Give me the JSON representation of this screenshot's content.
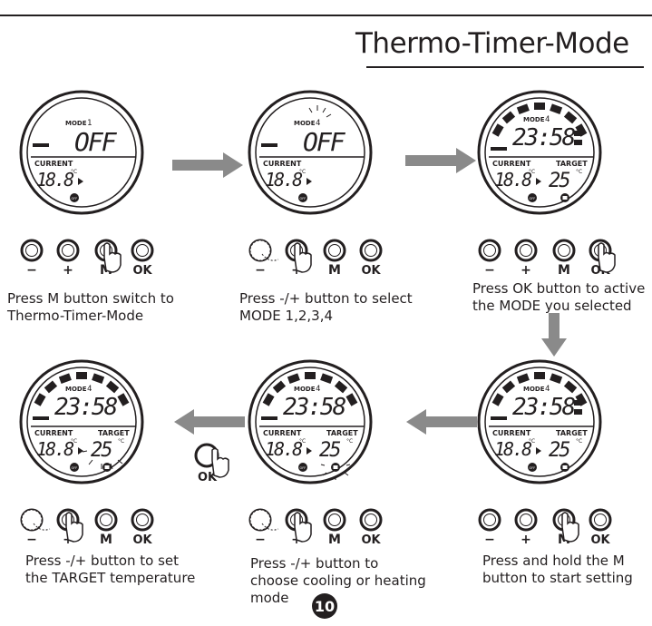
{
  "title": "Thermo-Timer-Mode",
  "page_number": "10",
  "display": {
    "mode_label": "MODE",
    "current_label": "CURRENT",
    "target_label": "TARGET",
    "off_text": "OFF",
    "time": "23:58",
    "current_temp": "18.8",
    "target_temp": "25",
    "unit": "°C",
    "off_badge": "OFF"
  },
  "buttons": {
    "minus": "−",
    "plus": "+",
    "m": "M",
    "ok": "OK"
  },
  "panels": [
    {
      "mode_digit": "1",
      "caption_1": "Press M button switch to",
      "caption_2": "Thermo-Timer-Mode",
      "caption_3": ""
    },
    {
      "mode_digit": "4",
      "caption_1": "Press -/+ button to select",
      "caption_2": "MODE 1,2,3,4",
      "caption_3": ""
    },
    {
      "mode_digit": "4",
      "caption_1": "Press OK button to active",
      "caption_2": "the MODE you selected",
      "caption_3": ""
    },
    {
      "mode_digit": "4",
      "caption_1": "Press -/+ button to set",
      "caption_2": "the TARGET temperature",
      "caption_3": ""
    },
    {
      "mode_digit": "4",
      "caption_1": "Press -/+ button to",
      "caption_2": "choose cooling or heating",
      "caption_3": "mode"
    },
    {
      "mode_digit": "4",
      "caption_1": "Press and hold the M",
      "caption_2": "button to start setting",
      "caption_3": ""
    }
  ]
}
